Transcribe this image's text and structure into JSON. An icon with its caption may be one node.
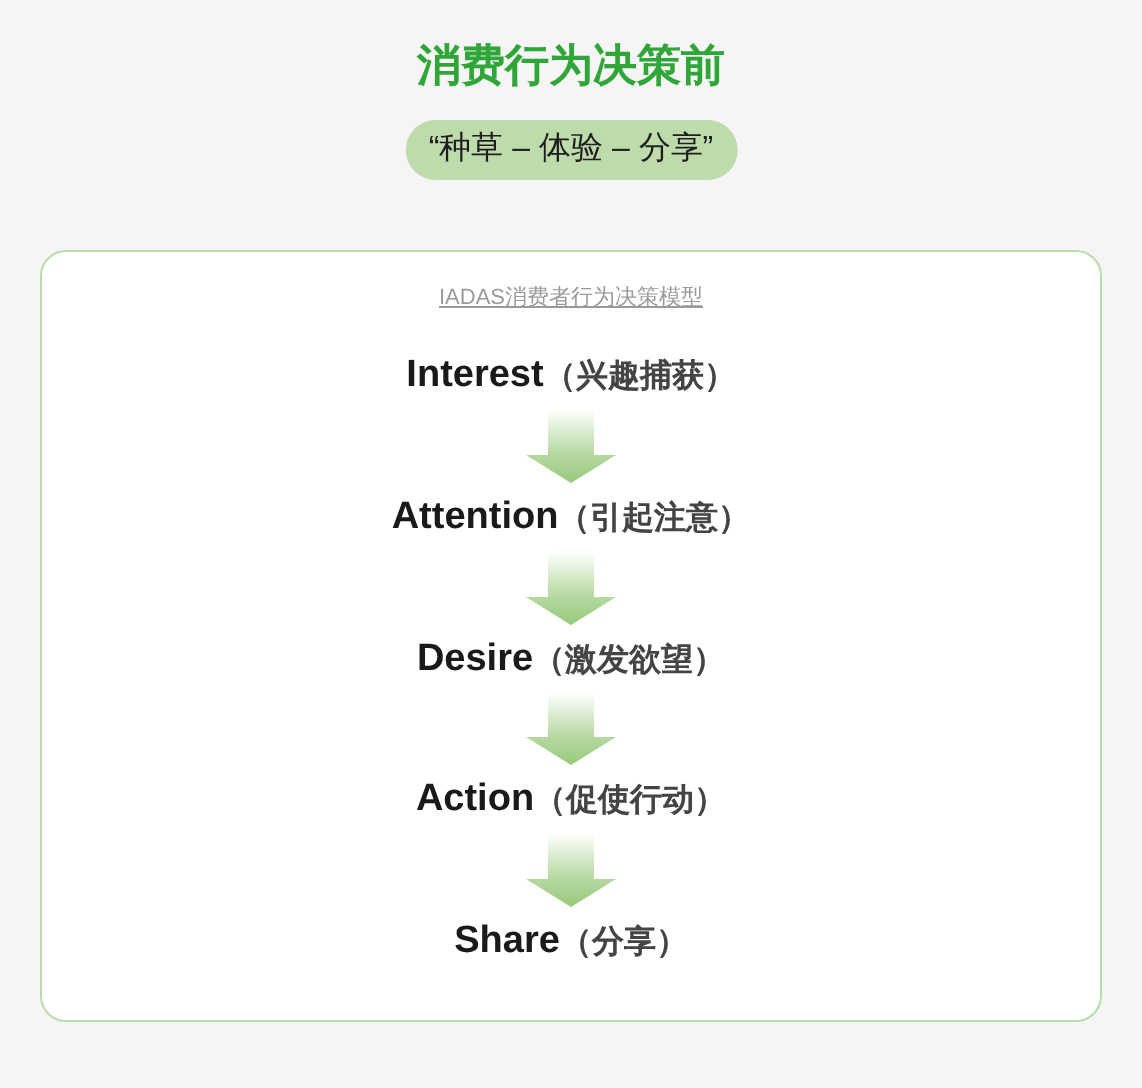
{
  "diagram": {
    "title": "消费行为决策前",
    "nodes": [
      {
        "text": [
          "“种草 – 体验 – 分享”"
        ]
      },
      {
        "text": [
          "IADAS消费者行为决策模型"
        ]
      },
      {
        "text": [
          "Interest",
          "（兴趣捕获）"
        ],
        "in": 1
      },
      {
        "text": [
          "Attention",
          "（引起注意）"
        ],
        "in": 1
      },
      {
        "text": [
          "Desire",
          "（激发欲望）"
        ],
        "in": 1
      },
      {
        "text": [
          "Action",
          "（促使行动）"
        ],
        "in": 1
      },
      {
        "text": [
          "Share",
          "（分享）"
        ],
        "in": 1
      }
    ],
    "edges": [
      {
        "from": 2,
        "to": 3,
        "arrow": "to"
      },
      {
        "from": 3,
        "to": 4,
        "arrow": "to"
      },
      {
        "from": 4,
        "to": 5,
        "arrow": "to"
      },
      {
        "from": 5,
        "to": 6,
        "arrow": "to"
      }
    ]
  }
}
